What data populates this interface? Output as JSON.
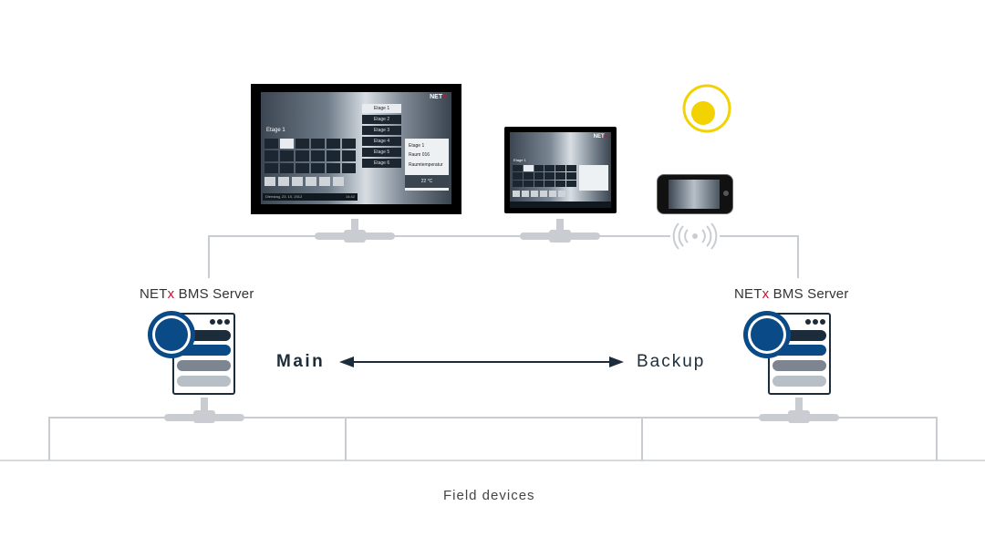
{
  "servers": {
    "left": {
      "name_prefix": "NET",
      "name_x": "x",
      "name_suffix": " BMS Server",
      "role": "Main"
    },
    "right": {
      "name_prefix": "NET",
      "name_x": "x",
      "name_suffix": " BMS Server",
      "role": "Backup"
    }
  },
  "field_label": "Field devices",
  "clients": {
    "monitor": {
      "logo_prefix": "NET",
      "logo_x": "x",
      "floor_title": "Etage 1",
      "floors": [
        "Etage 1",
        "Etage 2",
        "Etage 3",
        "Etage 4",
        "Etage 5",
        "Etage 6"
      ],
      "popup_items": [
        "Etage 1",
        "Raum 016",
        "Raumtemperatur"
      ],
      "temperature": "22 °C",
      "status_date": "Dienstag, 23. 10. 2012",
      "status_time": "14:42"
    },
    "tablet": {
      "logo_prefix": "NET",
      "logo_x": "x",
      "floor_title": "Etage 1"
    }
  },
  "colors": {
    "line": "#c9cdd1",
    "navy": "#1d2c3a",
    "blue": "#0a4a86",
    "accent_red": "#c8102e",
    "sun": "#f2d200"
  }
}
